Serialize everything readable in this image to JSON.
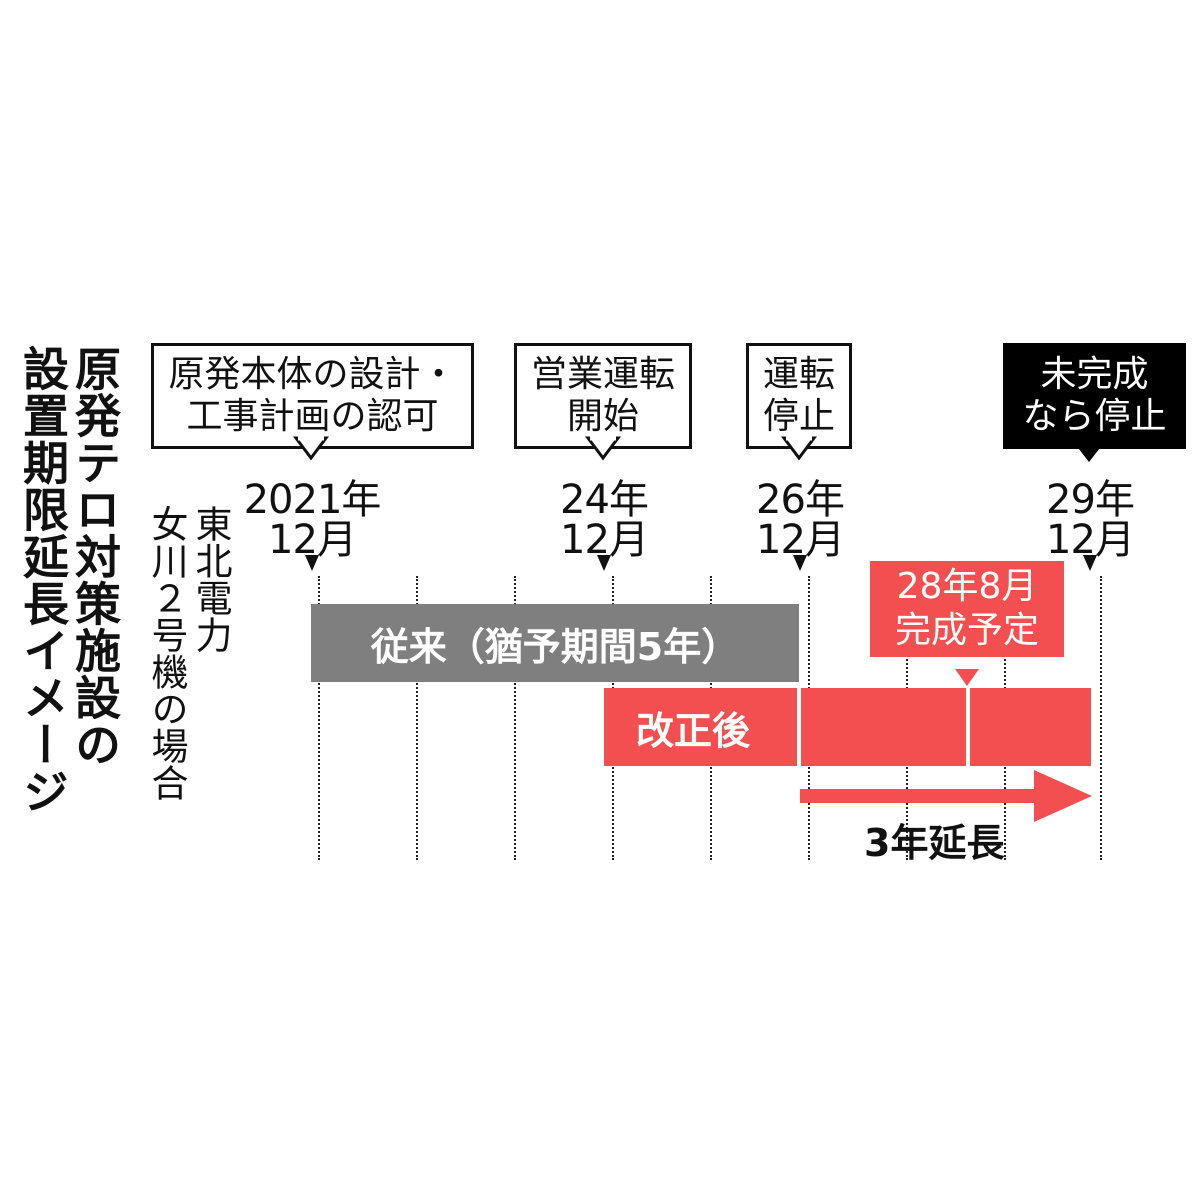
{
  "title": {
    "line1": "原発テロ対策施設の",
    "line2": "設置期限延長イメージ"
  },
  "subtitle": {
    "line1": "東北電力",
    "line2": "女川２号機の場合"
  },
  "milestones": [
    {
      "label1": "原発本体の設計・",
      "label2": "工事計画の認可",
      "date1": "2021年",
      "date2": "12月"
    },
    {
      "label1": "営業運転",
      "label2": "開始",
      "date1": "24年",
      "date2": "12月"
    },
    {
      "label1": "運転",
      "label2": "停止",
      "date1": "26年",
      "date2": "12月"
    },
    {
      "label1": "未完成",
      "label2": "なら停止",
      "date1": "29年",
      "date2": "12月"
    }
  ],
  "bars": {
    "previous": "従来（猶予期間5年）",
    "revised": "改正後",
    "completion_1": "28年8月",
    "completion_2": "完成予定",
    "extension": "3年延長"
  },
  "colors": {
    "gray": "#7f7f7f",
    "red": "#f44f50",
    "black": "#000000"
  }
}
